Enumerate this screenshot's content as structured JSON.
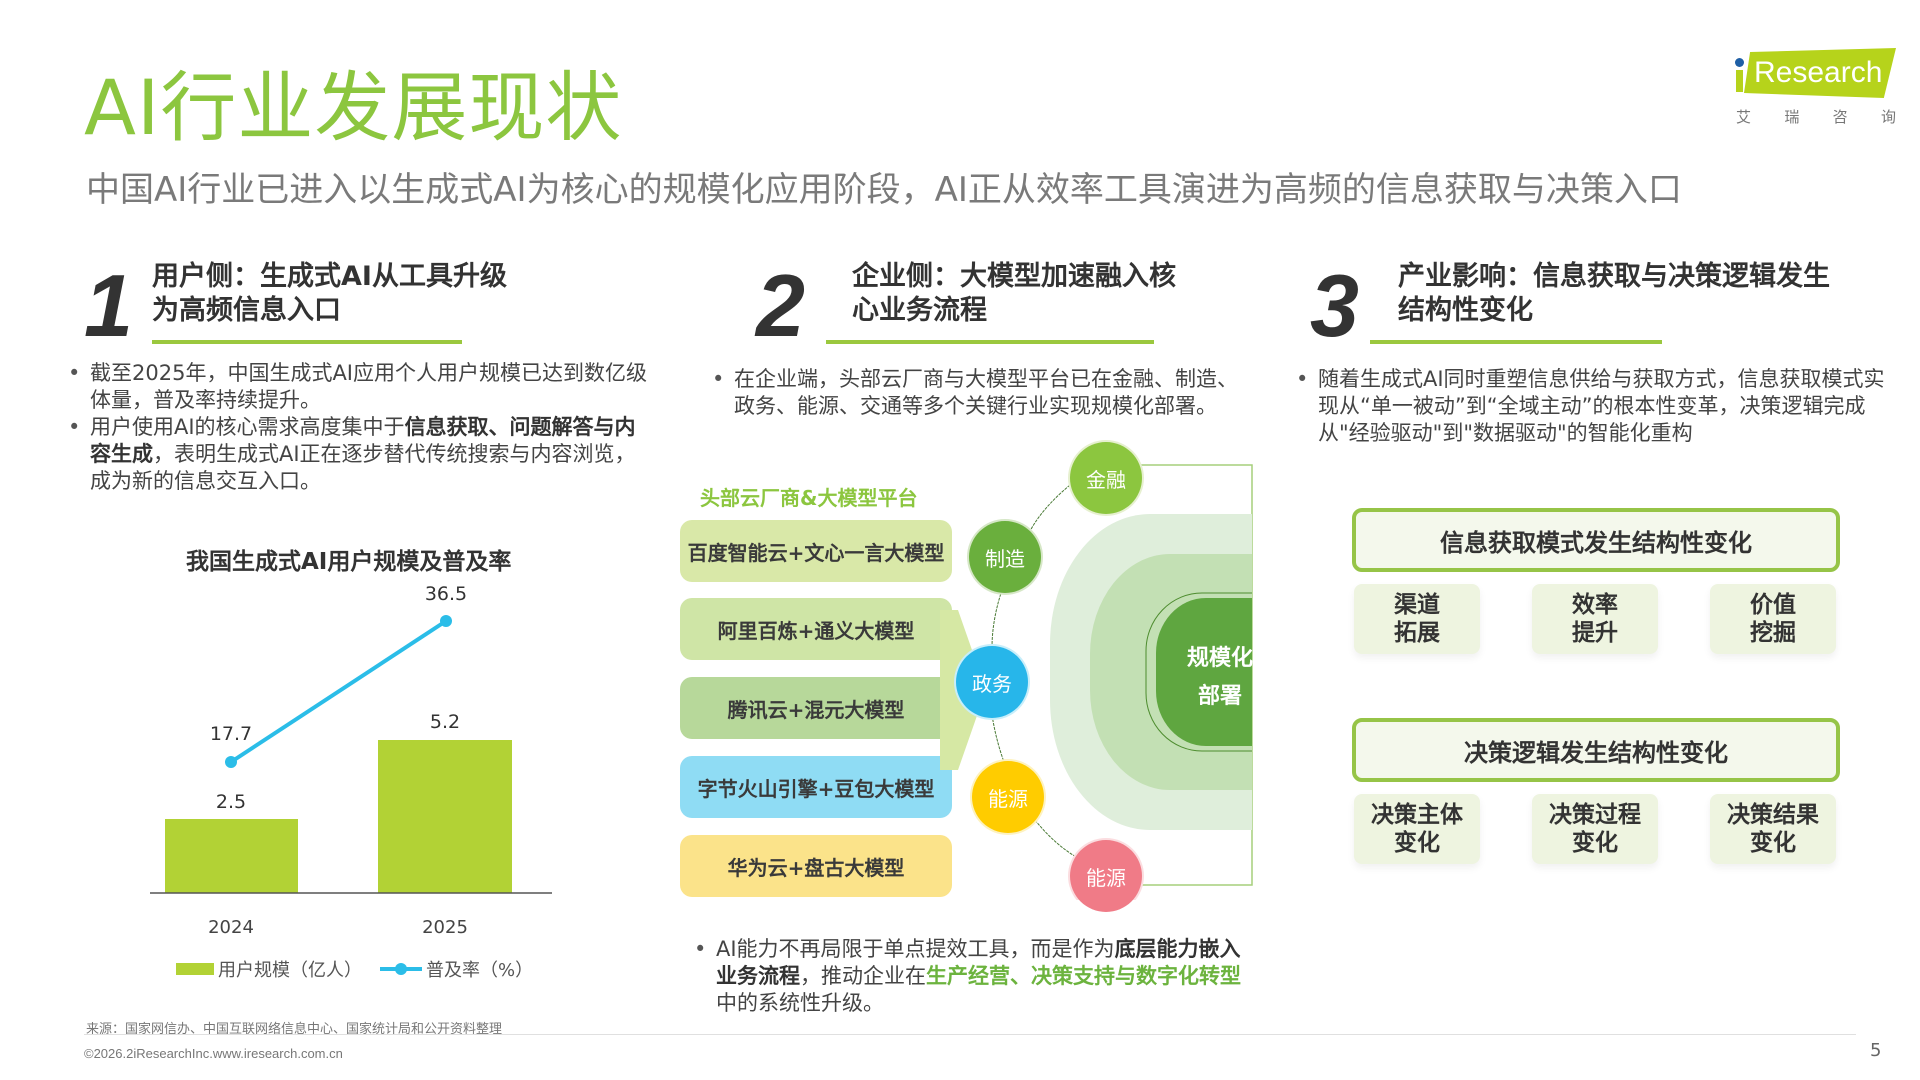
{
  "header": {
    "title": "AI行业发展现状",
    "subtitle": "中国AI行业已进入以生成式AI为核心的规模化应用阶段，AI正从效率工具演进为高频的信息获取与决策入口",
    "logo": {
      "brand": "Research",
      "cn_chars": [
        "艾",
        "瑞",
        "咨",
        "询"
      ],
      "color": "#b6d31b",
      "dot_color": "#1e5fa6"
    }
  },
  "sections": [
    {
      "number": "1",
      "title_line1": "用户侧：生成式AI从工具升级",
      "title_line2": "为高频信息入口",
      "bullets": [
        {
          "text": "截至2025年，中国生成式AI应用个人用户规模已达到数亿级体量，普及率持续提升。"
        },
        {
          "pre": "用户使用AI的核心需求高度集中于",
          "bold": "信息获取、问题解答与内容生成",
          "post": "，表明生成式AI正在逐步替代传统搜索与内容浏览，成为新的信息交互入口。"
        }
      ]
    },
    {
      "number": "2",
      "title_line1": "企业侧：大模型加速融入核",
      "title_line2": "心业务流程",
      "bullets": [
        {
          "text": "在企业端，头部云厂商与大模型平台已在金融、制造、政务、能源、交通等多个关键行业实现规模化部署。"
        }
      ],
      "bottom_bullet": {
        "pre": "AI能力不再局限于单点提效工具，而是作为",
        "bold": "底层能力嵌入业务流程",
        "mid": "，推动企业在",
        "green": "生产经营、决策支持与数字化转型",
        "post": "中的系统性升级。"
      }
    },
    {
      "number": "3",
      "title_line1": "产业影响：信息获取与决策逻辑发生",
      "title_line2": "结构性变化",
      "bullets": [
        {
          "text": "随着生成式AI同时重塑信息供给与获取方式，信息获取模式实现从“单一被动”到“全域主动”的根本性变革，决策逻辑完成从\"经验驱动\"到\"数据驱动\"的智能化重构"
        }
      ]
    }
  ],
  "chart_data": {
    "type": "bar",
    "title": "我国生成式AI用户规模及普及率",
    "categories": [
      "2024",
      "2025"
    ],
    "series": [
      {
        "name": "用户规模（亿人）",
        "type": "bar",
        "values": [
          2.5,
          5.2
        ],
        "color": "#b2d235"
      },
      {
        "name": "普及率（%）",
        "type": "line",
        "values": [
          17.7,
          36.5
        ],
        "color": "#2bbde8"
      }
    ],
    "xlabel": "",
    "ylabel": "",
    "grid": false,
    "legend_position": "bottom",
    "labels": {
      "bar": [
        "2.5",
        "5.2"
      ],
      "line": [
        "17.7",
        "36.5"
      ]
    }
  },
  "diagram": {
    "platform_label": "头部云厂商&大模型平台",
    "platforms": [
      {
        "label": "百度智能云+文心一言大模型",
        "color": "#d9e8a8"
      },
      {
        "label": "阿里百炼+通义大模型",
        "color": "#cfe5a6"
      },
      {
        "label": "腾讯云+混元大模型",
        "color": "#b7d89a"
      },
      {
        "label": "字节火山引擎+豆包大模型",
        "color": "#8fdcf4"
      },
      {
        "label": "华为云+盘古大模型",
        "color": "#fbe38a"
      }
    ],
    "industries": [
      {
        "label": "金融",
        "color": "#8cc63f"
      },
      {
        "label": "制造",
        "color": "#6aaf3d"
      },
      {
        "label": "政务",
        "color": "#27b6ea"
      },
      {
        "label": "能源",
        "color": "#ffcc00"
      },
      {
        "label": "能源",
        "color": "#f07b87"
      }
    ],
    "core_line1": "规模化",
    "core_line2": "部署"
  },
  "panels": [
    {
      "title": "信息获取模式发生结构性变化",
      "items": [
        [
          "渠道",
          "拓展"
        ],
        [
          "效率",
          "提升"
        ],
        [
          "价值",
          "挖掘"
        ]
      ]
    },
    {
      "title": "决策逻辑发生结构性变化",
      "items": [
        [
          "决策主体",
          "变化"
        ],
        [
          "决策过程",
          "变化"
        ],
        [
          "决策结果",
          "变化"
        ]
      ]
    }
  ],
  "footer": {
    "source": "来源：国家网信办、中国互联网络信息中心、国家统计局和公开资料整理",
    "copyright": "©2026.2iResearchInc.www.iresearch.com.cn",
    "page_number": "5"
  },
  "colors": {
    "accent_green": "#8cc63f",
    "underline": "#9bc83e",
    "bar": "#b2d235",
    "line": "#2bbde8"
  }
}
